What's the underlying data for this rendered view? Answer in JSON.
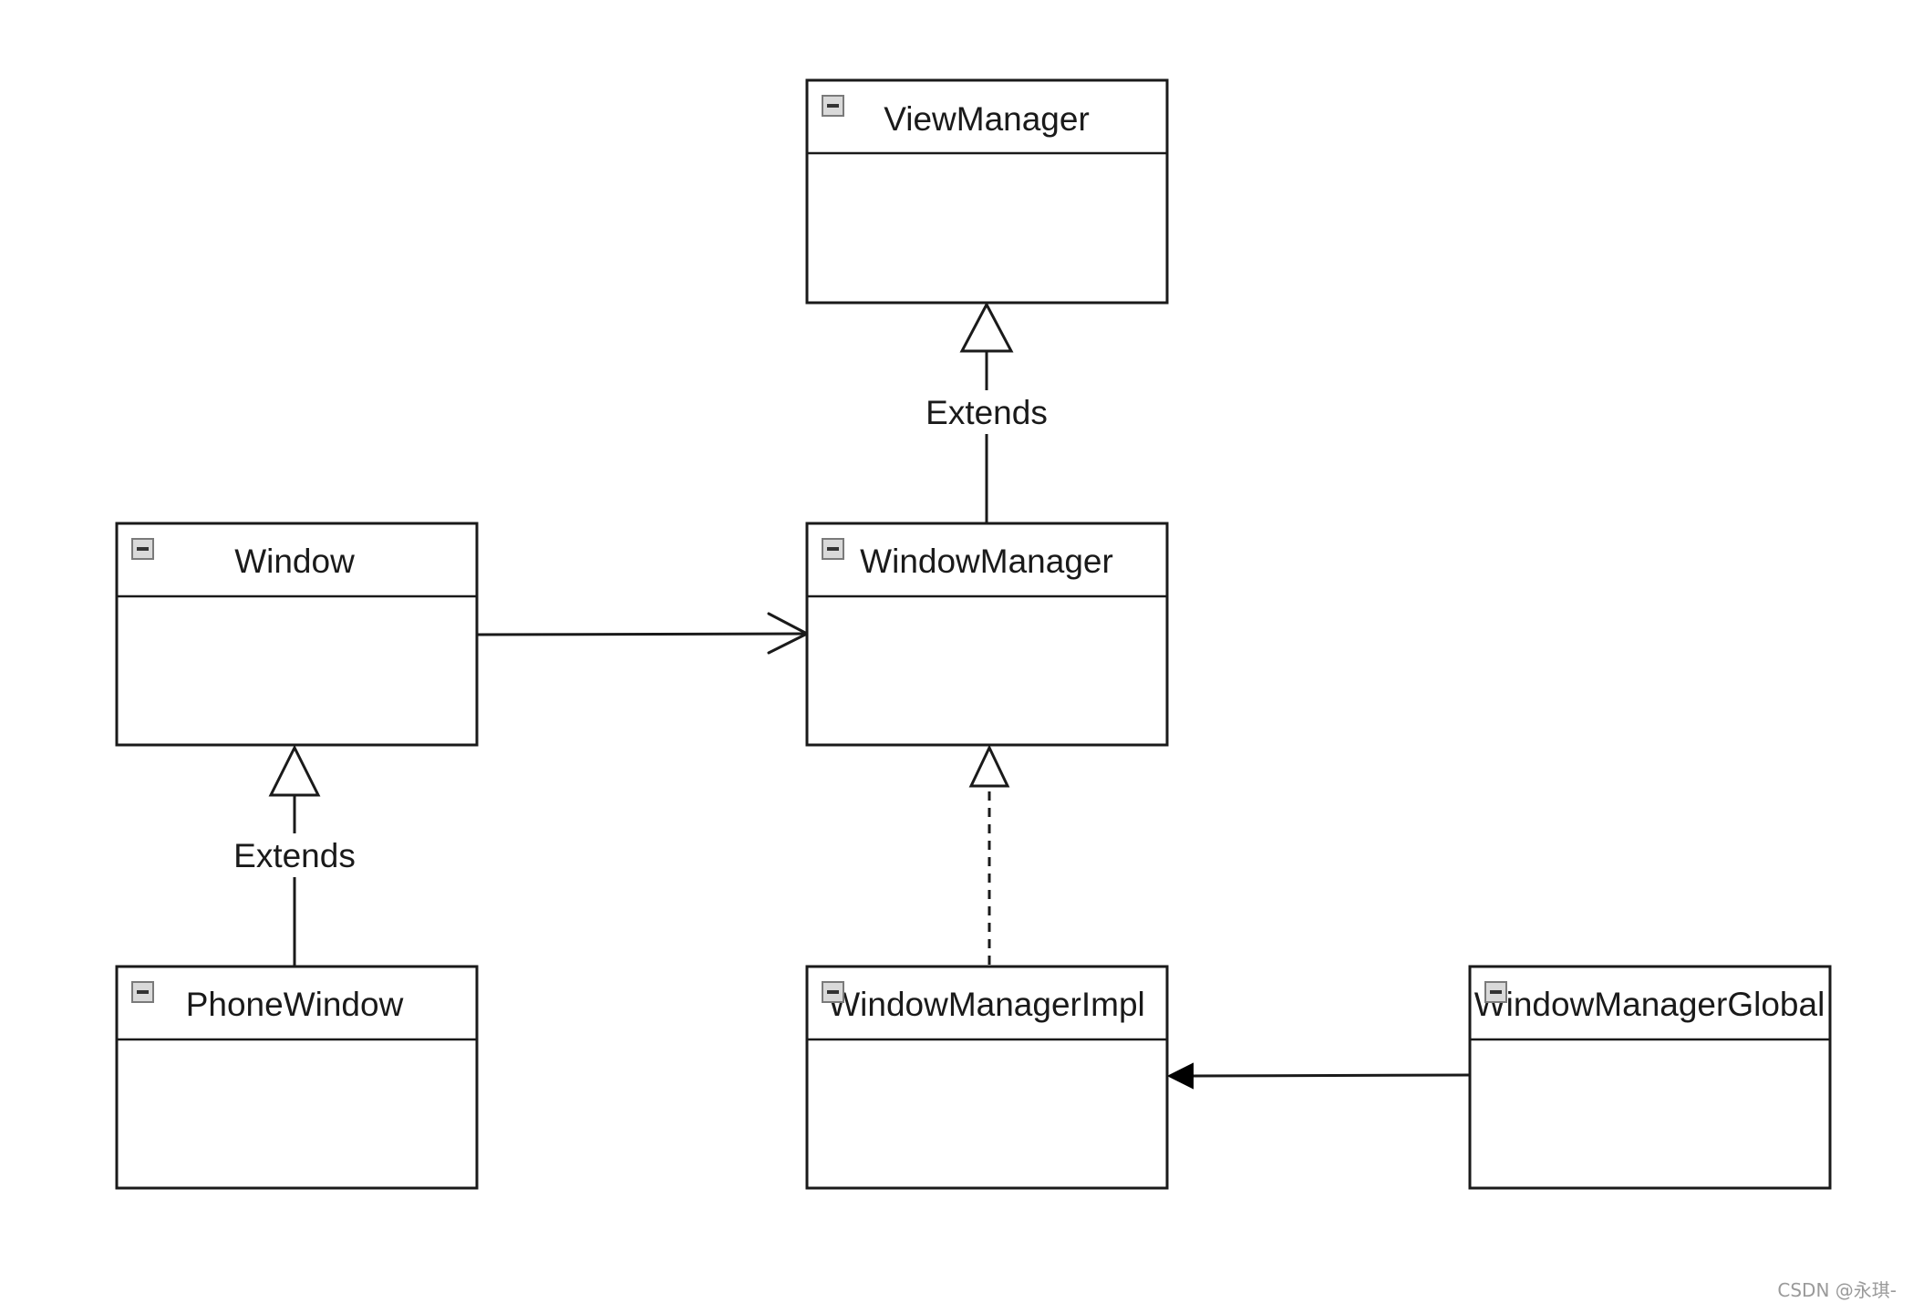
{
  "classes": [
    {
      "id": "viewmanager",
      "name": "ViewManager"
    },
    {
      "id": "window",
      "name": "Window"
    },
    {
      "id": "windowmanager",
      "name": "WindowManager"
    },
    {
      "id": "phonewindow",
      "name": "PhoneWindow"
    },
    {
      "id": "windowmanagerimpl",
      "name": "WindowManagerImpl"
    },
    {
      "id": "windowmanagerglobal",
      "name": "WindowManagerGlobal"
    }
  ],
  "relations": [
    {
      "from": "windowmanager",
      "to": "viewmanager",
      "type": "generalization",
      "label": "Extends"
    },
    {
      "from": "phonewindow",
      "to": "window",
      "type": "generalization",
      "label": "Extends"
    },
    {
      "from": "window",
      "to": "windowmanager",
      "type": "association",
      "label": ""
    },
    {
      "from": "windowmanagerimpl",
      "to": "windowmanager",
      "type": "realization",
      "label": ""
    },
    {
      "from": "windowmanagerglobal",
      "to": "windowmanagerimpl",
      "type": "directed-association",
      "label": ""
    }
  ],
  "icons": {
    "collapse": "collapse-minus-icon"
  },
  "watermark": "CSDN @永琪-"
}
